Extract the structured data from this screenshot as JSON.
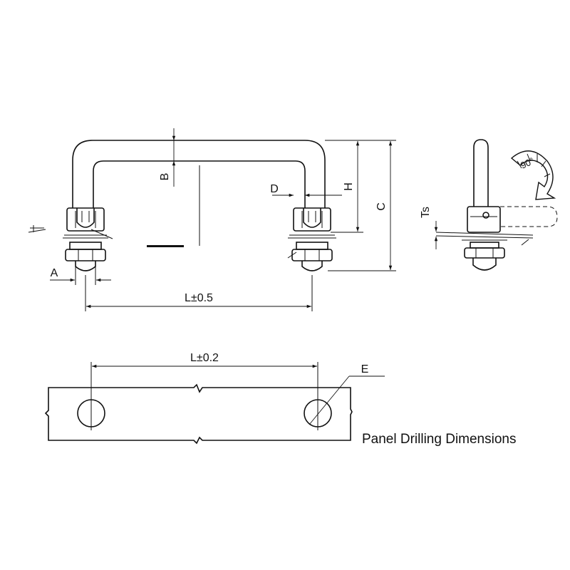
{
  "labels": {
    "A": "A",
    "B": "B",
    "C": "C",
    "D": "D",
    "H": "H",
    "E": "E",
    "Ts": "Ts",
    "L_handle": "L±0.5",
    "L_panel": "L±0.2",
    "rotation": "90°",
    "panel_caption": "Panel Drilling Dimensions"
  }
}
